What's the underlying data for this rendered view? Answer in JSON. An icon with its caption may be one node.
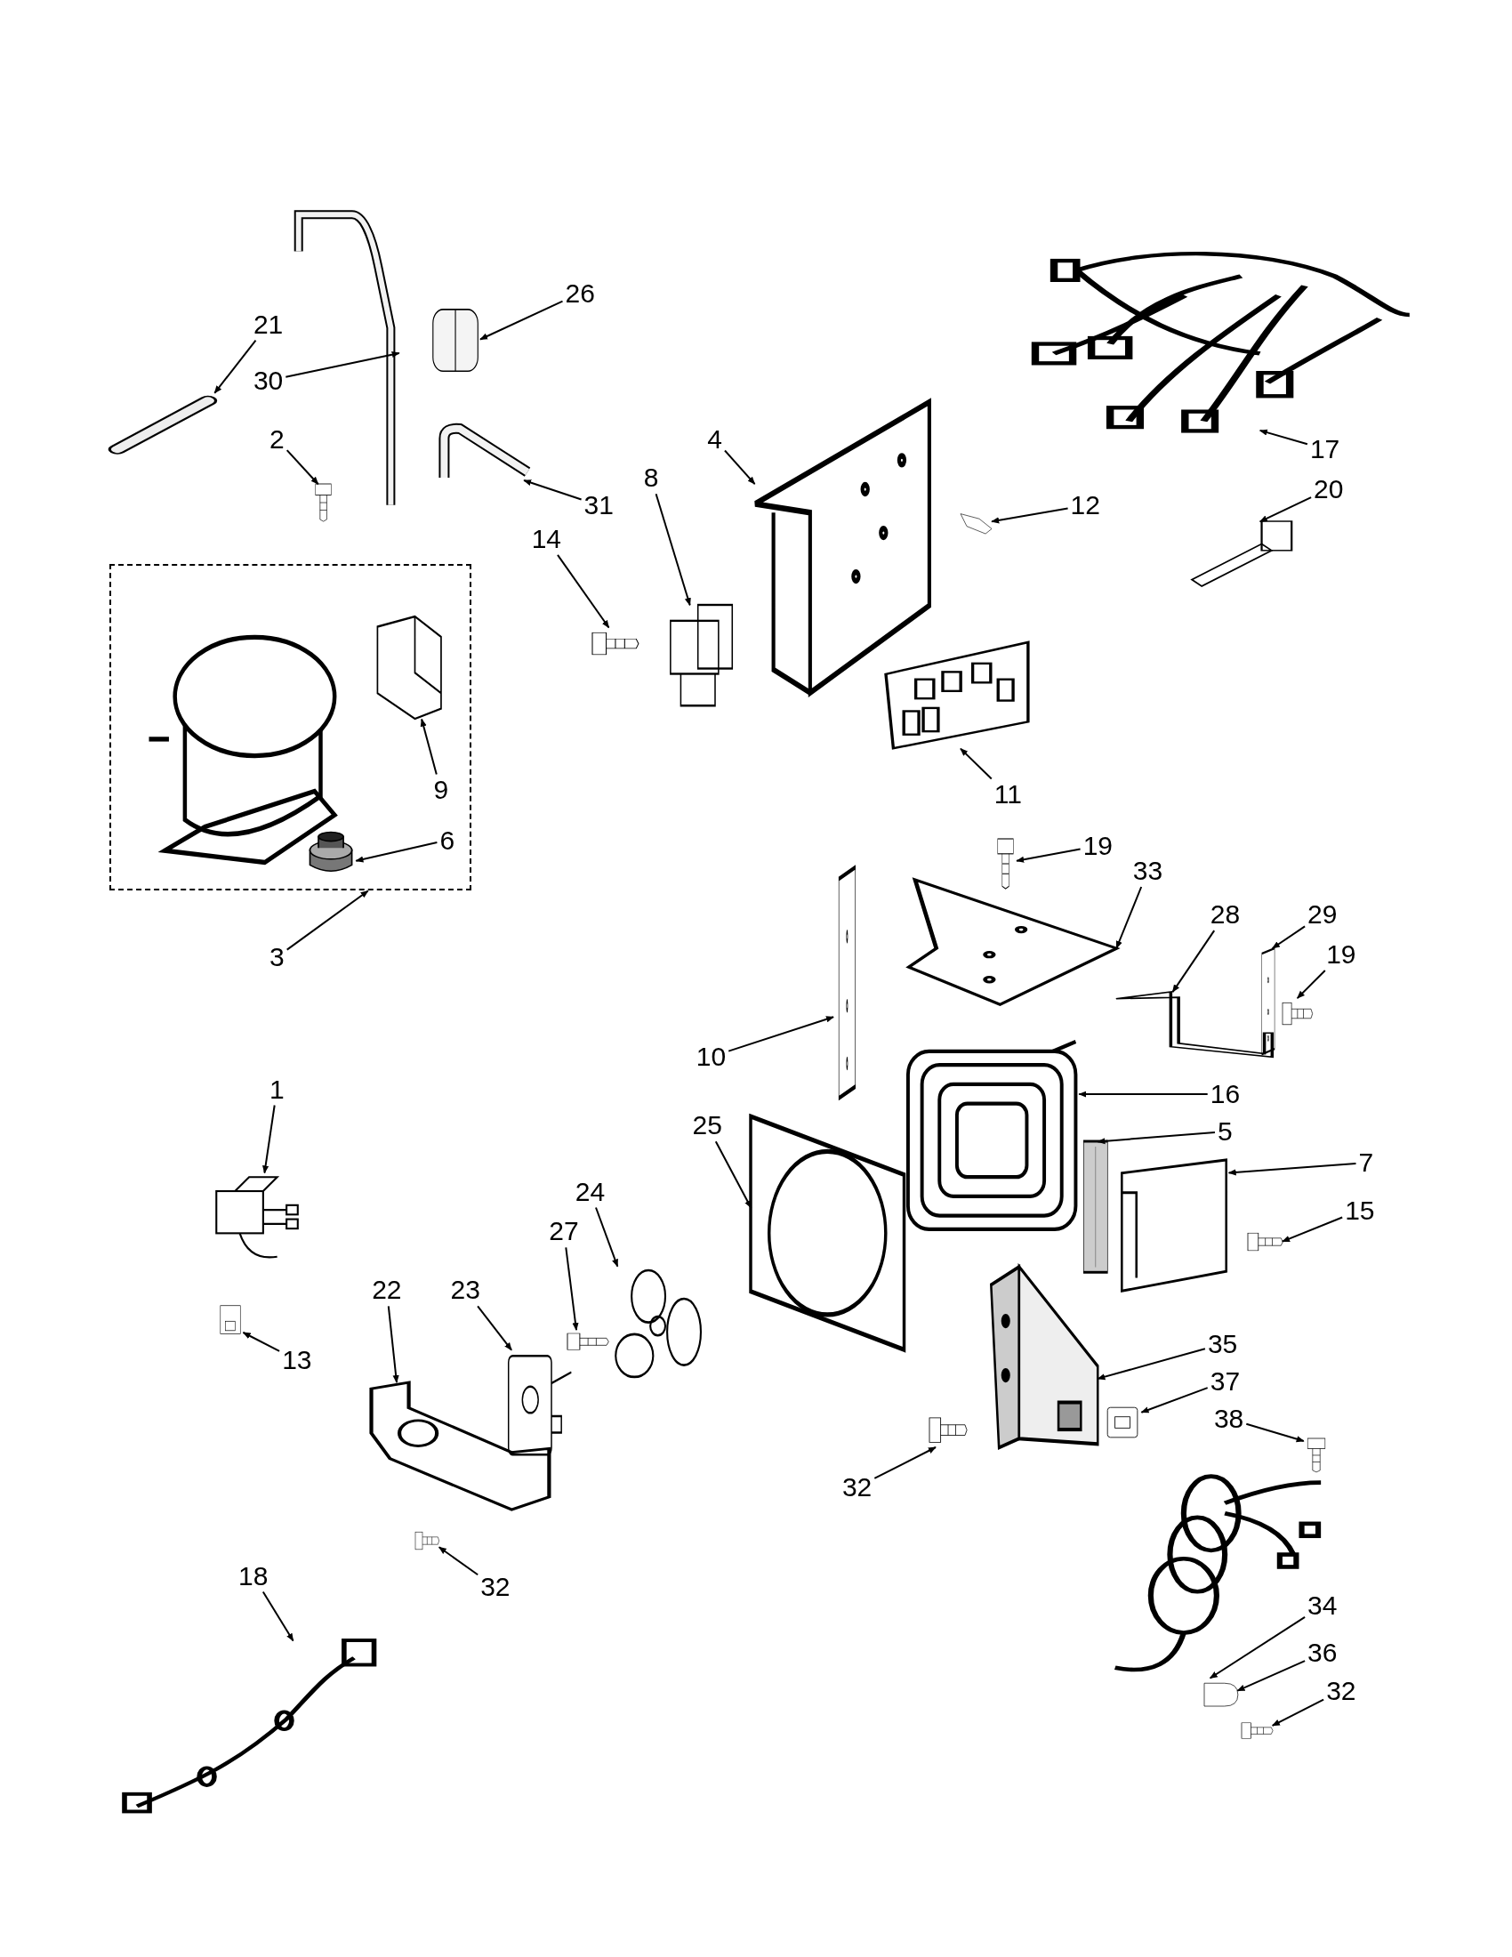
{
  "diagram": {
    "nodes": [
      {
        "text": [
          "21"
        ]
      },
      {
        "text": [],
        "shape": "picture"
      },
      {
        "text": [
          "30"
        ]
      },
      {
        "text": [],
        "shape": "picture"
      },
      {
        "text": [
          "26"
        ]
      },
      {
        "text": [],
        "shape": "picture"
      },
      {
        "text": [
          "2"
        ]
      },
      {
        "text": [],
        "shape": "picture"
      },
      {
        "text": [
          "31"
        ]
      },
      {
        "text": [],
        "shape": "picture"
      },
      {
        "text": [
          "4"
        ]
      },
      {
        "text": [],
        "shape": "picture"
      },
      {
        "text": [
          "8"
        ]
      },
      {
        "text": [],
        "shape": "picture"
      },
      {
        "text": [
          "14"
        ]
      },
      {
        "text": [],
        "shape": "picture"
      },
      {
        "text": [
          "12"
        ]
      },
      {
        "text": [],
        "shape": "picture"
      },
      {
        "text": [
          "17"
        ]
      },
      {
        "text": [],
        "shape": "picture"
      },
      {
        "text": [
          "20"
        ]
      },
      {
        "text": [],
        "shape": "picture"
      },
      {
        "text": [
          "3"
        ]
      },
      {
        "text": [],
        "shape": "box"
      },
      {
        "text": [
          "9"
        ],
        "in": 23
      },
      {
        "text": [],
        "shape": "picture",
        "in": 23
      },
      {
        "text": [
          "6"
        ],
        "in": 23
      },
      {
        "text": [],
        "shape": "cylinder",
        "in": 23
      },
      {
        "text": [
          "11"
        ]
      },
      {
        "text": [],
        "shape": "picture"
      },
      {
        "text": [
          "19"
        ]
      },
      {
        "text": [],
        "shape": "picture"
      },
      {
        "text": [
          "33"
        ]
      },
      {
        "text": [],
        "shape": "picture"
      },
      {
        "text": [
          "28"
        ]
      },
      {
        "text": [],
        "shape": "picture"
      },
      {
        "text": [
          "29"
        ]
      },
      {
        "text": [],
        "shape": "picture"
      },
      {
        "text": [
          "19"
        ]
      },
      {
        "text": [],
        "shape": "picture"
      },
      {
        "text": [
          "10"
        ]
      },
      {
        "text": [],
        "shape": "picture"
      },
      {
        "text": [
          "16"
        ]
      },
      {
        "text": [],
        "shape": "picture"
      },
      {
        "text": [
          "5"
        ]
      },
      {
        "text": [],
        "shape": "picture"
      },
      {
        "text": [
          "7"
        ]
      },
      {
        "text": [],
        "shape": "picture"
      },
      {
        "text": [
          "15"
        ]
      },
      {
        "text": [],
        "shape": "picture"
      },
      {
        "text": [
          "1"
        ]
      },
      {
        "text": [],
        "shape": "picture"
      },
      {
        "text": [
          "25"
        ]
      },
      {
        "text": [],
        "shape": "picture"
      },
      {
        "text": [
          "24"
        ]
      },
      {
        "text": [],
        "shape": "picture"
      },
      {
        "text": [
          "27"
        ]
      },
      {
        "text": [],
        "shape": "picture"
      },
      {
        "text": [
          "23"
        ]
      },
      {
        "text": [],
        "shape": "picture"
      },
      {
        "text": [
          "22"
        ]
      },
      {
        "text": [],
        "shape": "picture"
      },
      {
        "text": [
          "13"
        ]
      },
      {
        "text": [],
        "shape": "picture"
      },
      {
        "text": [
          "35"
        ]
      },
      {
        "text": [],
        "shape": "picture"
      },
      {
        "text": [
          "37"
        ]
      },
      {
        "text": [],
        "shape": "picture"
      },
      {
        "text": [
          "38"
        ]
      },
      {
        "text": [],
        "shape": "picture"
      },
      {
        "text": [
          "32"
        ]
      },
      {
        "text": [],
        "shape": "picture"
      },
      {
        "text": [
          "32"
        ]
      },
      {
        "text": [],
        "shape": "picture"
      },
      {
        "text": [
          "34"
        ]
      },
      {
        "text": [],
        "shape": "picture"
      },
      {
        "text": [
          "36"
        ]
      },
      {
        "text": [],
        "shape": "picture"
      },
      {
        "text": [
          "32"
        ]
      },
      {
        "text": [],
        "shape": "picture"
      },
      {
        "text": [
          "18"
        ]
      },
      {
        "text": [],
        "shape": "picture"
      }
    ],
    "edges": [
      {
        "from": 0,
        "to": 1,
        "arrow": "to"
      },
      {
        "from": 2,
        "to": 3,
        "arrow": "to"
      },
      {
        "from": 4,
        "to": 5,
        "arrow": "to"
      },
      {
        "from": 6,
        "to": 7,
        "arrow": "to"
      },
      {
        "from": 8,
        "to": 9,
        "arrow": "to"
      },
      {
        "from": 10,
        "to": 11,
        "arrow": "to"
      },
      {
        "from": 12,
        "to": 13,
        "arrow": "to"
      },
      {
        "from": 14,
        "to": 15,
        "arrow": "to"
      },
      {
        "from": 16,
        "to": 17,
        "arrow": "to"
      },
      {
        "from": 18,
        "to": 19,
        "arrow": "to"
      },
      {
        "from": 20,
        "to": 21,
        "arrow": "to"
      },
      {
        "from": 22,
        "to": 23,
        "arrow": "to"
      },
      {
        "from": 24,
        "to": 25,
        "arrow": "to"
      },
      {
        "from": 26,
        "to": 27,
        "arrow": "to"
      },
      {
        "from": 28,
        "to": 29,
        "arrow": "to"
      },
      {
        "from": 30,
        "to": 31,
        "arrow": "to"
      },
      {
        "from": 32,
        "to": 33,
        "arrow": "to"
      },
      {
        "from": 34,
        "to": 35,
        "arrow": "to"
      },
      {
        "from": 36,
        "to": 37,
        "arrow": "to"
      },
      {
        "from": 38,
        "to": 39,
        "arrow": "to"
      },
      {
        "from": 40,
        "to": 41,
        "arrow": "to"
      },
      {
        "from": 42,
        "to": 43,
        "arrow": "to"
      },
      {
        "from": 44,
        "to": 45,
        "arrow": "to"
      },
      {
        "from": 46,
        "to": 47,
        "arrow": "to"
      },
      {
        "from": 48,
        "to": 49,
        "arrow": "to"
      },
      {
        "from": 50,
        "to": 51,
        "arrow": "to"
      },
      {
        "from": 52,
        "to": 53,
        "arrow": "to"
      },
      {
        "from": 54,
        "to": 55,
        "arrow": "to"
      },
      {
        "from": 56,
        "to": 57,
        "arrow": "to"
      },
      {
        "from": 58,
        "to": 59,
        "arrow": "to"
      },
      {
        "from": 60,
        "to": 61,
        "arrow": "to"
      },
      {
        "from": 62,
        "to": 63,
        "arrow": "to"
      },
      {
        "from": 64,
        "to": 65,
        "arrow": "to"
      },
      {
        "from": 66,
        "to": 67,
        "arrow": "to"
      },
      {
        "from": 68,
        "to": 69,
        "arrow": "to"
      },
      {
        "from": 70,
        "to": 71,
        "arrow": "to"
      },
      {
        "from": 72,
        "to": 73,
        "arrow": "to"
      },
      {
        "from": 74,
        "to": 75,
        "arrow": "to"
      },
      {
        "from": 76,
        "to": 77,
        "arrow": "to"
      },
      {
        "from": 78,
        "to": 79,
        "arrow": "to"
      },
      {
        "from": 80,
        "to": 81,
        "arrow": "to"
      }
    ]
  }
}
